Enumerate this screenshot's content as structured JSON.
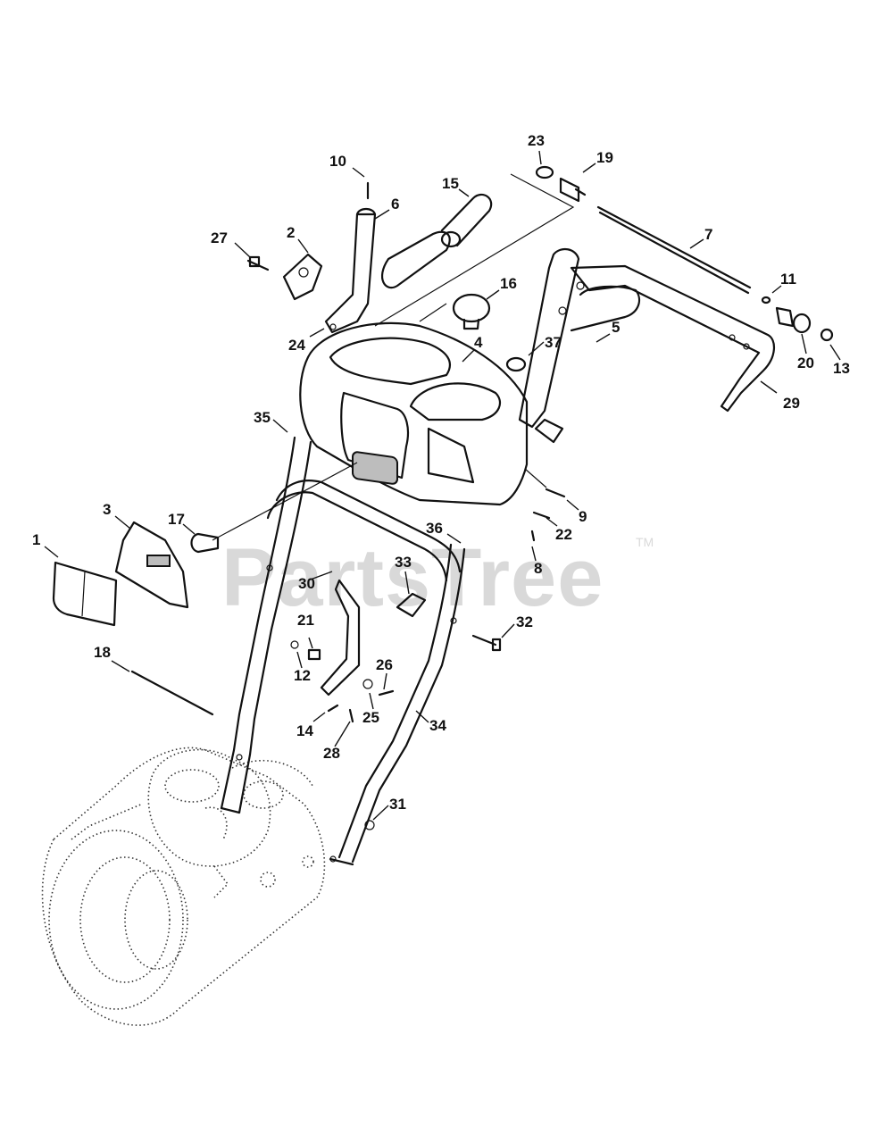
{
  "watermark": {
    "text": "PartsTree",
    "trademark": "TM"
  },
  "callouts": [
    {
      "id": "c1",
      "label": "1"
    },
    {
      "id": "c2",
      "label": "2"
    },
    {
      "id": "c3",
      "label": "3"
    },
    {
      "id": "c4",
      "label": "4"
    },
    {
      "id": "c5",
      "label": "5"
    },
    {
      "id": "c6",
      "label": "6"
    },
    {
      "id": "c7",
      "label": "7"
    },
    {
      "id": "c8",
      "label": "8"
    },
    {
      "id": "c9",
      "label": "9"
    },
    {
      "id": "c10",
      "label": "10"
    },
    {
      "id": "c11",
      "label": "11"
    },
    {
      "id": "c12",
      "label": "12"
    },
    {
      "id": "c13",
      "label": "13"
    },
    {
      "id": "c14",
      "label": "14"
    },
    {
      "id": "c15",
      "label": "15"
    },
    {
      "id": "c16",
      "label": "16"
    },
    {
      "id": "c17",
      "label": "17"
    },
    {
      "id": "c18",
      "label": "18"
    },
    {
      "id": "c19",
      "label": "19"
    },
    {
      "id": "c20",
      "label": "20"
    },
    {
      "id": "c21",
      "label": "21"
    },
    {
      "id": "c22",
      "label": "22"
    },
    {
      "id": "c23",
      "label": "23"
    },
    {
      "id": "c24",
      "label": "24"
    },
    {
      "id": "c25",
      "label": "25"
    },
    {
      "id": "c26",
      "label": "26"
    },
    {
      "id": "c27",
      "label": "27"
    },
    {
      "id": "c28",
      "label": "28"
    },
    {
      "id": "c29",
      "label": "29"
    },
    {
      "id": "c30",
      "label": "30"
    },
    {
      "id": "c31",
      "label": "31"
    },
    {
      "id": "c32",
      "label": "32"
    },
    {
      "id": "c33",
      "label": "33"
    },
    {
      "id": "c34",
      "label": "34"
    },
    {
      "id": "c35",
      "label": "35"
    },
    {
      "id": "c36",
      "label": "36"
    },
    {
      "id": "c37",
      "label": "37"
    }
  ]
}
